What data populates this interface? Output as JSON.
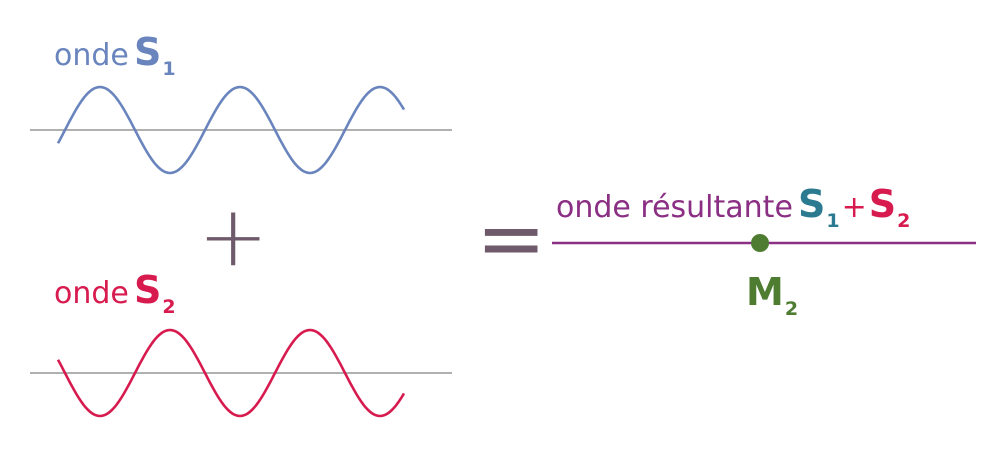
{
  "wave1": {
    "prefix": "onde",
    "symbol": "S",
    "subscript": "1",
    "color": "#6a85bd"
  },
  "wave2": {
    "prefix": "onde",
    "symbol": "S",
    "subscript": "2",
    "color": "#d81b4f"
  },
  "operators": {
    "plus": "+",
    "equals": "="
  },
  "result": {
    "prefix": "onde résultante",
    "s1_symbol": "S",
    "s1_subscript": "1",
    "plus": "+",
    "s2_symbol": "S",
    "s2_subscript": "2",
    "line_color": "#8a2f83",
    "s1_color": "#2b7a90"
  },
  "point": {
    "symbol": "M",
    "subscript": "2",
    "color": "#4e7d32"
  },
  "colors": {
    "axis": "#b0b0b0",
    "operator": "#6e5a6a"
  }
}
